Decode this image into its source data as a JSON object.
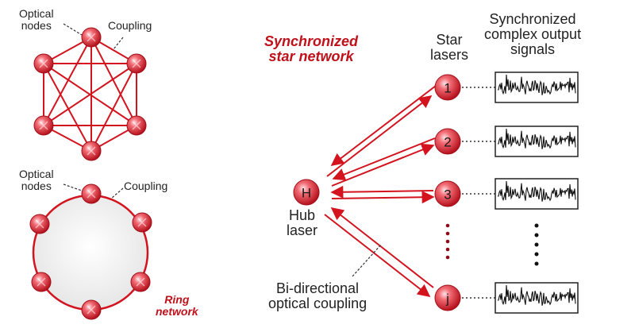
{
  "mesh": {
    "nodes_label": "Optical\nnodes",
    "coupling_label": "Coupling"
  },
  "ring": {
    "nodes_label": "Optical\nnodes",
    "coupling_label": "Coupling",
    "title": "Ring\nnetwork"
  },
  "star": {
    "title": "Synchronized\nstar network",
    "hub_node": "H",
    "hub_label": "Hub\nlaser",
    "star_lasers_label": "Star\nlasers",
    "output_label": "Synchronized\ncomplex output\nsignals",
    "coupling_label": "Bi-directional\noptical coupling",
    "star_nodes": [
      "1",
      "2",
      "3",
      "j"
    ]
  },
  "colors": {
    "node": "#d81e2a",
    "link": "#d3141f",
    "accent_text": "#c0111b"
  }
}
